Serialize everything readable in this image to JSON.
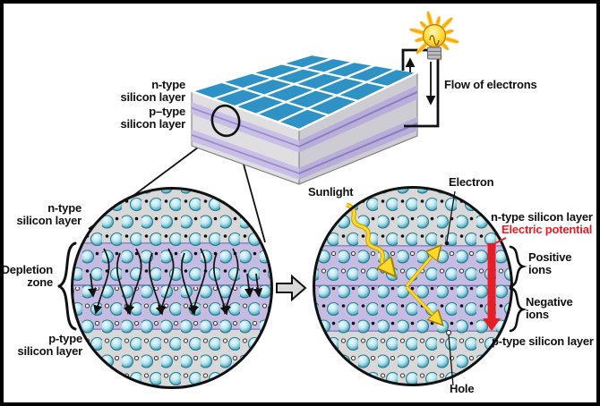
{
  "figure": {
    "panel": {
      "n_label": "n-type\nsilicon layer",
      "p_label": "p–type\nsilicon layer"
    },
    "circuit": {
      "flow_label": "Flow of electrons"
    },
    "left_circle": {
      "n_label": "n-type\nsilicon layer",
      "depletion_label": "Depletion\nzone",
      "p_label": "p-type\nsilicon layer"
    },
    "right_circle": {
      "sunlight_label": "Sunlight",
      "electron_label": "Electron",
      "n_label": "n-type silicon layer",
      "electric_potential_label": "Electric potential",
      "positive_ions_label": "Positive ions",
      "negative_ions_label": "Negative ions",
      "p_label": "p-type silicon layer",
      "hole_label": "Hole"
    }
  },
  "colors": {
    "panel_blue": "#2e93c4",
    "panel_gray_left": "#dfdfe1",
    "panel_gray_right": "#ccccd2",
    "panel_lavender_left": "#c9bfe6",
    "panel_lavender_right": "#b9aeda",
    "panel_purple_line_left": "#9c8ecb",
    "panel_purple_line_right": "#8b7dbf",
    "circle_gray": "#d8d8d8",
    "depletion_purple": "#c6bce2",
    "junction_line": "#7d6fb4",
    "band_edge_line": "#9488c6",
    "atom_teal_dark": "#2a7a92",
    "atom_teal": "#5cb4c8",
    "atom_light": "#eafcff",
    "electric_red": "#e61e25",
    "sun_yellow": "#ffd92a",
    "sun_orange": "#f6a820",
    "wire_black": "#111111",
    "bulb_base_gray": "#b9b9bf",
    "block_arrow_gray": "#d9d9d9"
  }
}
